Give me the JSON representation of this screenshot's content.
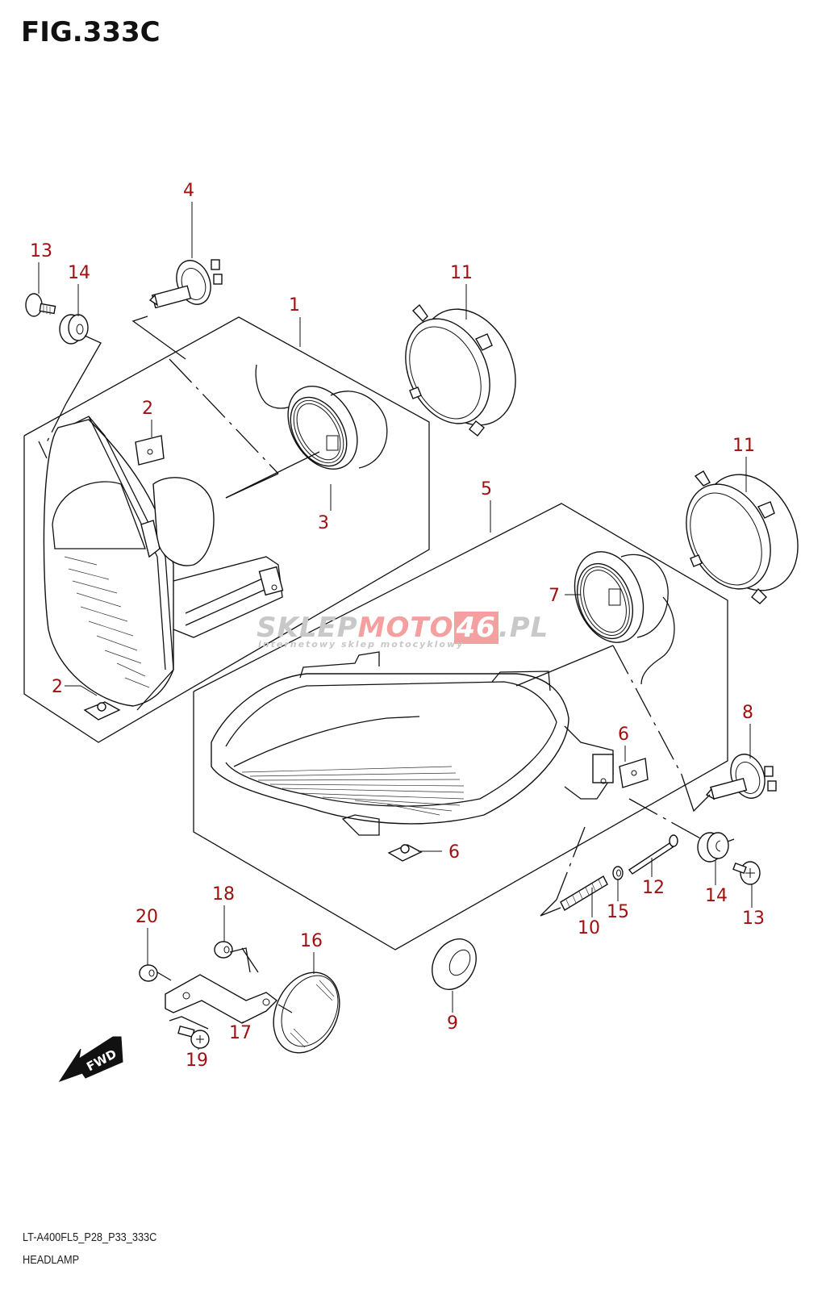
{
  "figure": {
    "title": "FIG.333C",
    "code": "LT-A400FL5_P28_P33_333C",
    "name": "HEADLAMP"
  },
  "watermark": {
    "part1": "SKLEP",
    "part2": "MOTO",
    "part3": "46",
    "part4": ".PL",
    "subtitle": "internetowy sklep motocyklowy"
  },
  "direction_badge": {
    "label": "FWD",
    "icon": "arrow-down-left-icon"
  },
  "colors": {
    "callout": "#a01010",
    "line": "#111111",
    "watermark_gray": "#c8c8c8",
    "watermark_red": "#f4a0a0"
  },
  "callouts": [
    {
      "id": "c13a",
      "label": "13",
      "part": "screw"
    },
    {
      "id": "c14a",
      "label": "14",
      "part": "grommet"
    },
    {
      "id": "c4",
      "label": "4",
      "part": "bulb"
    },
    {
      "id": "c1",
      "label": "1",
      "part": "headlamp-assy-left"
    },
    {
      "id": "c11a",
      "label": "11",
      "part": "bulb-retaining-ring"
    },
    {
      "id": "c2a",
      "label": "2",
      "part": "clip-nut"
    },
    {
      "id": "c3",
      "label": "3",
      "part": "socket"
    },
    {
      "id": "c2b",
      "label": "2",
      "part": "clip-nut"
    },
    {
      "id": "c5",
      "label": "5",
      "part": "headlamp-assy-right"
    },
    {
      "id": "c11b",
      "label": "11",
      "part": "bulb-retaining-ring"
    },
    {
      "id": "c7",
      "label": "7",
      "part": "socket"
    },
    {
      "id": "c8",
      "label": "8",
      "part": "bulb"
    },
    {
      "id": "c6a",
      "label": "6",
      "part": "clip-nut"
    },
    {
      "id": "c6b",
      "label": "6",
      "part": "clip-nut"
    },
    {
      "id": "c12",
      "label": "12",
      "part": "adjusting-screw"
    },
    {
      "id": "c10",
      "label": "10",
      "part": "spring"
    },
    {
      "id": "c15",
      "label": "15",
      "part": "washer"
    },
    {
      "id": "c14b",
      "label": "14",
      "part": "grommet"
    },
    {
      "id": "c13b",
      "label": "13",
      "part": "screw"
    },
    {
      "id": "c9",
      "label": "9",
      "part": "seal"
    },
    {
      "id": "c18",
      "label": "18",
      "part": "nut"
    },
    {
      "id": "c20",
      "label": "20",
      "part": "nut"
    },
    {
      "id": "c16",
      "label": "16",
      "part": "reflector"
    },
    {
      "id": "c17",
      "label": "17",
      "part": "bracket"
    },
    {
      "id": "c19",
      "label": "19",
      "part": "screw"
    }
  ]
}
